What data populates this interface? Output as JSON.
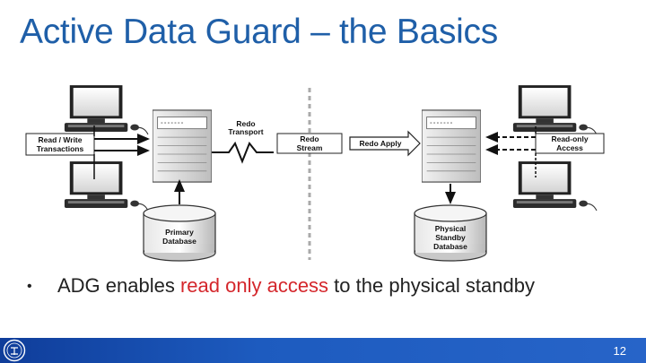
{
  "slide": {
    "title": "Active Data Guard – the Basics",
    "page_number": "12"
  },
  "diagram": {
    "read_write_label_1": "Read / Write",
    "read_write_label_2": "Transactions",
    "redo_transport_1": "Redo",
    "redo_transport_2": "Transport",
    "redo_stream_1": "Redo",
    "redo_stream_2": "Stream",
    "redo_apply": "Redo Apply",
    "read_only_1": "Read-only",
    "read_only_2": "Access",
    "primary_db_1": "Primary",
    "primary_db_2": "Database",
    "standby_db_1": "Physical",
    "standby_db_2": "Standby",
    "standby_db_3": "Database"
  },
  "bullet": {
    "prefix": "ADG enables ",
    "highlight": "read only access",
    "suffix": " to the physical standby"
  },
  "colors": {
    "title": "#1f5fa8",
    "highlight": "#d4262b",
    "footer": "#1d5bbf"
  }
}
